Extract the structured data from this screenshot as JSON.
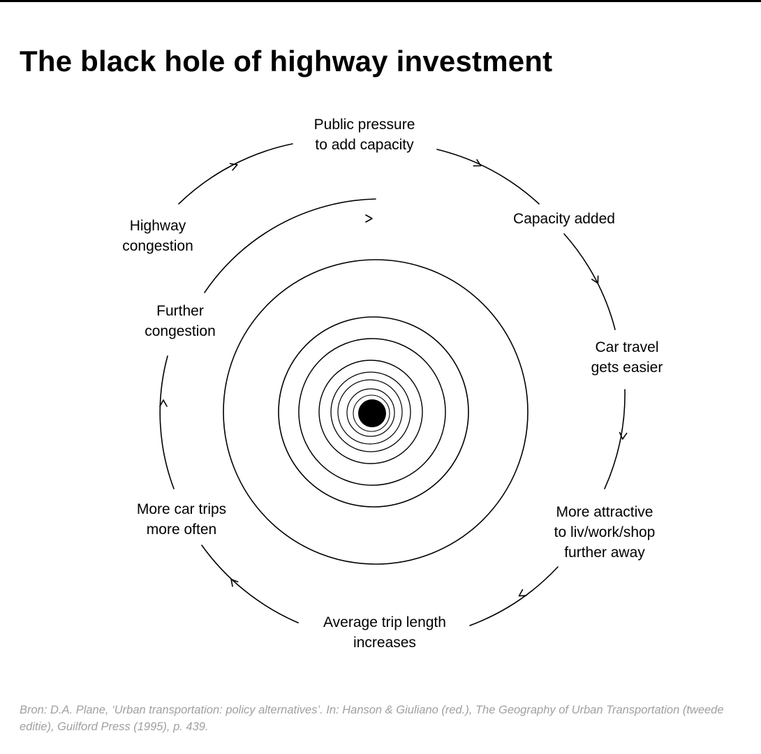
{
  "title": "The black hole of highway investment",
  "cycle_steps": [
    {
      "lines": [
        "Public pressure",
        "to add capacity"
      ]
    },
    {
      "lines": [
        "Capacity added"
      ]
    },
    {
      "lines": [
        "Car travel",
        "gets easier"
      ]
    },
    {
      "lines": [
        "More attractive",
        "to liv/work/shop",
        "further away"
      ]
    },
    {
      "lines": [
        "Average trip length",
        "increases"
      ]
    },
    {
      "lines": [
        "More car trips",
        "more often"
      ]
    },
    {
      "lines": [
        "Highway",
        "congestion"
      ]
    },
    {
      "lines": [
        "Further",
        "congestion"
      ]
    }
  ],
  "center_icon": "black-hole",
  "source_note": "Bron: D.A. Plane, ‘Urban transportation: policy alternatives’. In: Hanson & Giuliano (red.), The Geography of Urban Transportation (tweede editie), Guilford Press (1995), p. 439.",
  "colors": {
    "line": "#000000",
    "source_text": "#a0a0a0",
    "background": "#ffffff"
  }
}
